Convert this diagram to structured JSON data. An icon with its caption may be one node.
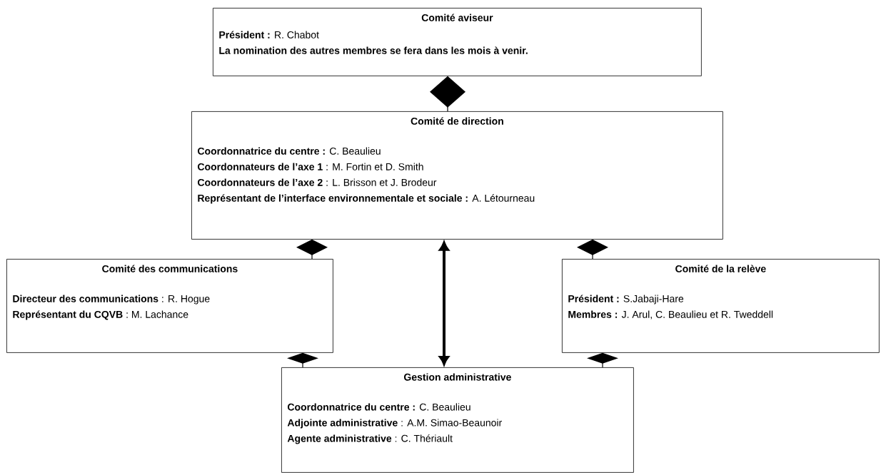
{
  "diagram": {
    "nodes": [
      {
        "text": [
          "Comité aviseur",
          "**Président :** R. Chabot",
          "La nomination des autres membres se fera dans les mois à venir."
        ]
      },
      {
        "text": [
          "Comité de direction",
          "**Coordonnatrice du centre :** C. Beaulieu",
          "**Coordonnateurs de l’axe 1** : M. Fortin et D. Smith",
          "**Coordonnateurs de l’axe 2** : L. Brisson et J. Brodeur",
          "**Représentant de l’interface environnementale et sociale :** A. Létourneau"
        ]
      },
      {
        "text": [
          "Comité des communications",
          "**Directeur des communications** : R. Hogue",
          "**Représentant du CQVB** : M. Lachance"
        ]
      },
      {
        "text": [
          "Comité de la relève",
          "**Président :** S.Jabaji-Hare",
          "**Membres :** J. Arul, C. Beaulieu et R. Tweddell"
        ]
      },
      {
        "text": [
          "Gestion administrative",
          "**Coordonnatrice du centre :** C. Beaulieu",
          "**Adjointe administrative** : A.M. Simao-Beaunoir",
          "**Agente administrative** : C. Thériault"
        ]
      }
    ],
    "edges": [
      {
        "from": 0,
        "to": 1,
        "arrow": "other"
      },
      {
        "from": 1,
        "to": 2,
        "arrow": "other"
      },
      {
        "from": 1,
        "to": 3,
        "arrow": "other"
      },
      {
        "from": 2,
        "to": 4,
        "arrow": "other"
      },
      {
        "from": 3,
        "to": 4,
        "arrow": "other"
      },
      {
        "from": 1,
        "to": 4,
        "arrow": "both",
        "style": "thick"
      }
    ]
  }
}
